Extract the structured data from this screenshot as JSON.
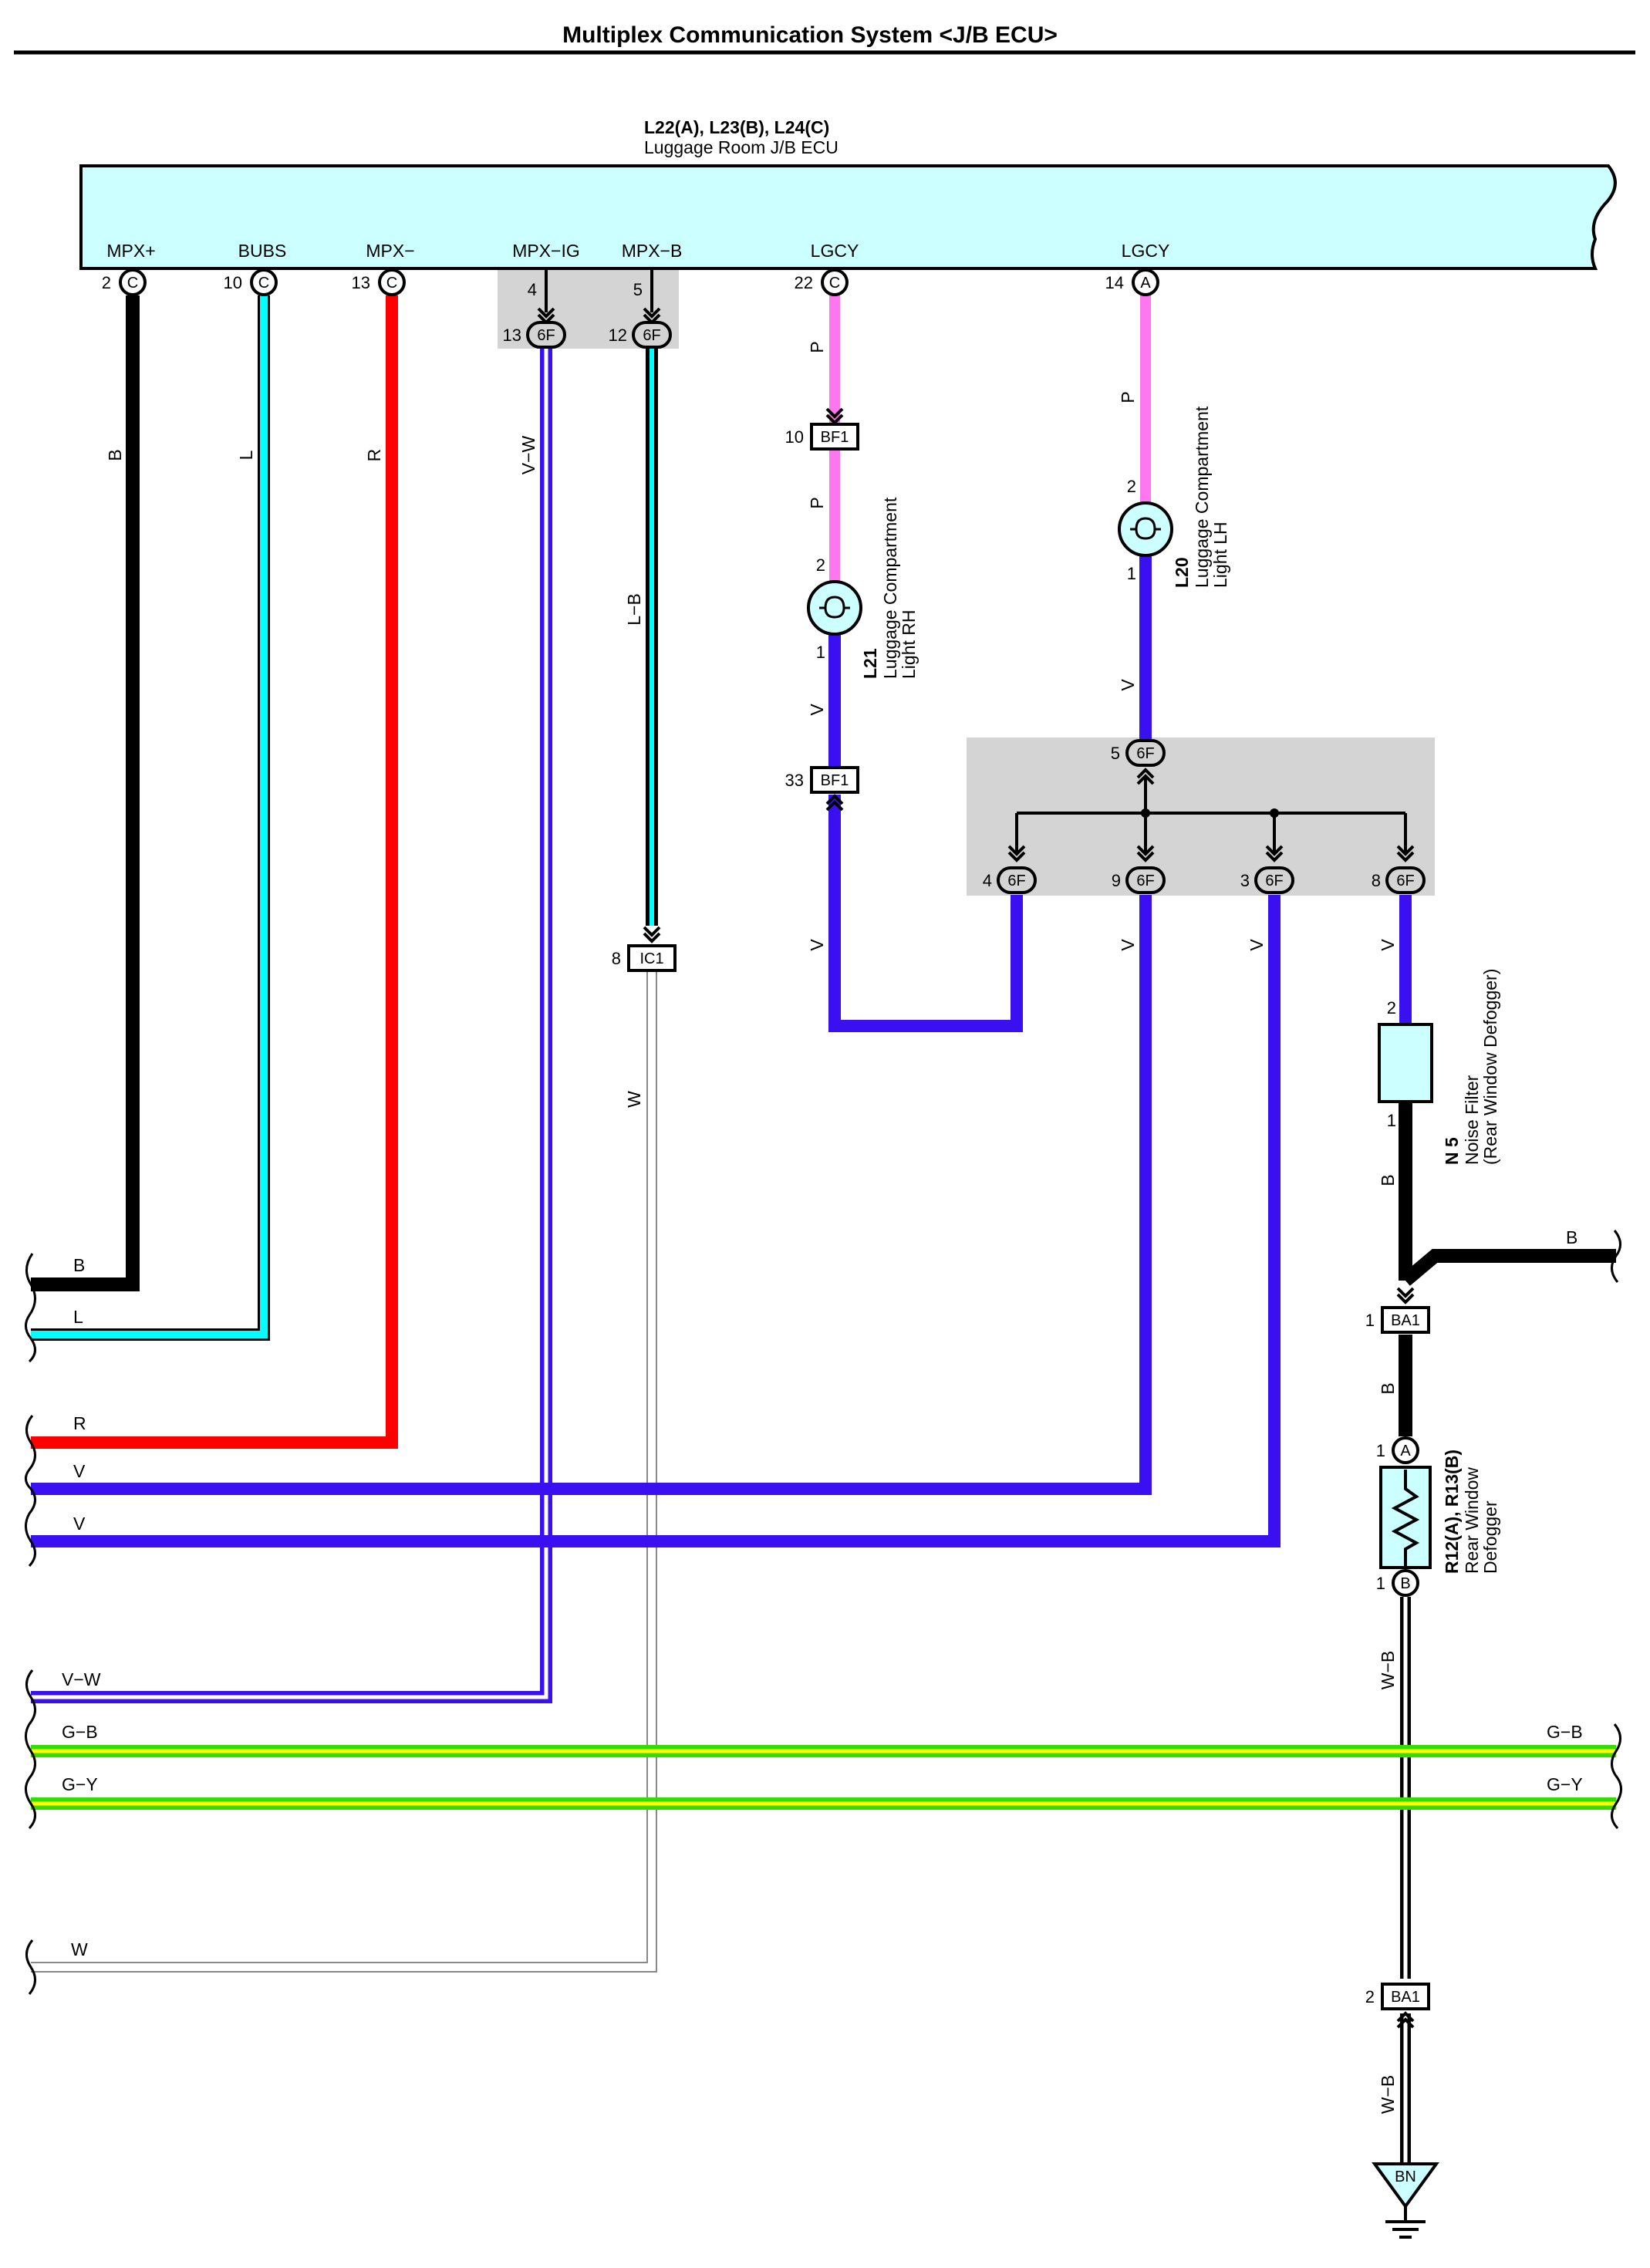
{
  "page": {
    "title": "Multiplex Communication System <J/B ECU>"
  },
  "ecu": {
    "code": "L22(A), L23(B), L24(C)",
    "name": "Luggage Room J/B ECU",
    "terminals": [
      {
        "name": "MPX+",
        "pin": "2",
        "conn": "C"
      },
      {
        "name": "BUBS",
        "pin": "10",
        "conn": "C"
      },
      {
        "name": "MPX−",
        "pin": "13",
        "conn": "C"
      },
      {
        "name": "MPX−IG",
        "pin": "4",
        "conn": "6F"
      },
      {
        "name": "MPX−B",
        "pin": "5",
        "conn": "6F"
      },
      {
        "name": "LGCY",
        "pin": "22",
        "conn": "C"
      },
      {
        "name": "LGCY",
        "pin": "14",
        "conn": "A"
      }
    ]
  },
  "junction_6f_top": [
    {
      "pin": "13",
      "conn": "6F"
    },
    {
      "pin": "12",
      "conn": "6F"
    }
  ],
  "junction_6f_mid": {
    "input": {
      "pin": "5",
      "conn": "6F"
    },
    "outputs": [
      {
        "pin": "4",
        "conn": "6F"
      },
      {
        "pin": "9",
        "conn": "6F"
      },
      {
        "pin": "3",
        "conn": "6F"
      },
      {
        "pin": "8",
        "conn": "6F"
      }
    ]
  },
  "connectors": {
    "bf1_top": {
      "pin": "10",
      "name": "BF1"
    },
    "bf1_bottom": {
      "pin": "33",
      "name": "BF1"
    },
    "ic1": {
      "pin": "8",
      "name": "IC1"
    },
    "ba1_top": {
      "pin": "1",
      "name": "BA1"
    },
    "ba1_bottom": {
      "pin": "2",
      "name": "BA1"
    }
  },
  "components": {
    "l21": {
      "code": "L21",
      "name_line1": "Luggage Compartment",
      "name_line2": "Light RH",
      "pin_top": "2",
      "pin_bottom": "1"
    },
    "l20": {
      "code": "L20",
      "name_line1": "Luggage Compartment",
      "name_line2": "Light LH",
      "pin_top": "2",
      "pin_bottom": "1"
    },
    "n5": {
      "code": "N 5",
      "name_line1": "Noise Filter",
      "name_line2": "(Rear Window Defogger)",
      "pin_top": "2",
      "pin_bottom": "1"
    },
    "r12": {
      "code": "R12(A), R13(B)",
      "name_line1": "Rear Window",
      "name_line2": "Defogger",
      "pin_top": "1",
      "conn_top": "A",
      "pin_bottom": "1",
      "conn_bottom": "B"
    },
    "ground": {
      "name": "BN"
    }
  },
  "wire_labels": {
    "mpx_plus": "B",
    "bubs": "L",
    "mpx_minus": "R",
    "mpx_ig": "V−W",
    "mpx_b": "L−B",
    "ic1_out": "W",
    "lgcy_c_top": "P",
    "lgcy_c_mid": "P",
    "l21_out": "V",
    "lgcy_a_top": "P",
    "l20_out": "V",
    "out4": "V",
    "out9": "V",
    "out3": "V",
    "out8": "V",
    "n5_out": "B",
    "ba1_out": "B",
    "r12_out": "W−B",
    "ground_wire": "W−B"
  },
  "edge_labels": {
    "left": [
      "B",
      "L",
      "R",
      "V",
      "V",
      "V−W",
      "G−B",
      "G−Y",
      "W"
    ],
    "right": [
      "B",
      "G−B",
      "G−Y"
    ]
  },
  "colors": {
    "black": "#000000",
    "light_blue": "#00ffff",
    "red": "#ff0000",
    "violet": "#3a10f0",
    "pink": "#ff77ee",
    "green": "#33dd00",
    "yellow": "#ffff00",
    "white": "#ffffff",
    "ecu_fill": "#ccffff",
    "junction_fill": "#d4d4d4"
  }
}
